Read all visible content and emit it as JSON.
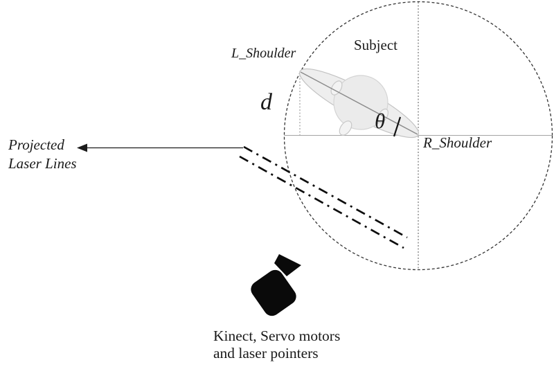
{
  "diagram": {
    "labels": {
      "l_shoulder": "L_Shoulder",
      "r_shoulder": "R_Shoulder",
      "subject": "Subject",
      "distance": "d",
      "angle": "θ",
      "projected_laser_line1": "Projected",
      "projected_laser_line2": "Laser Lines",
      "kinect_caption_line1": "Kinect, Servo motors",
      "kinect_caption_line2": "and laser pointers"
    },
    "icons": {
      "kinect_camera": "video-camera-icon",
      "arrow": "left-arrow-icon"
    },
    "colors": {
      "ink": "#1a1a1a",
      "laser_line": "#0d0d0d",
      "guide_gray": "#9a9a9a",
      "circle_dash": "#333333",
      "body_fill": "#ececec",
      "body_stroke": "#c6c6c6",
      "background": "#ffffff"
    }
  }
}
